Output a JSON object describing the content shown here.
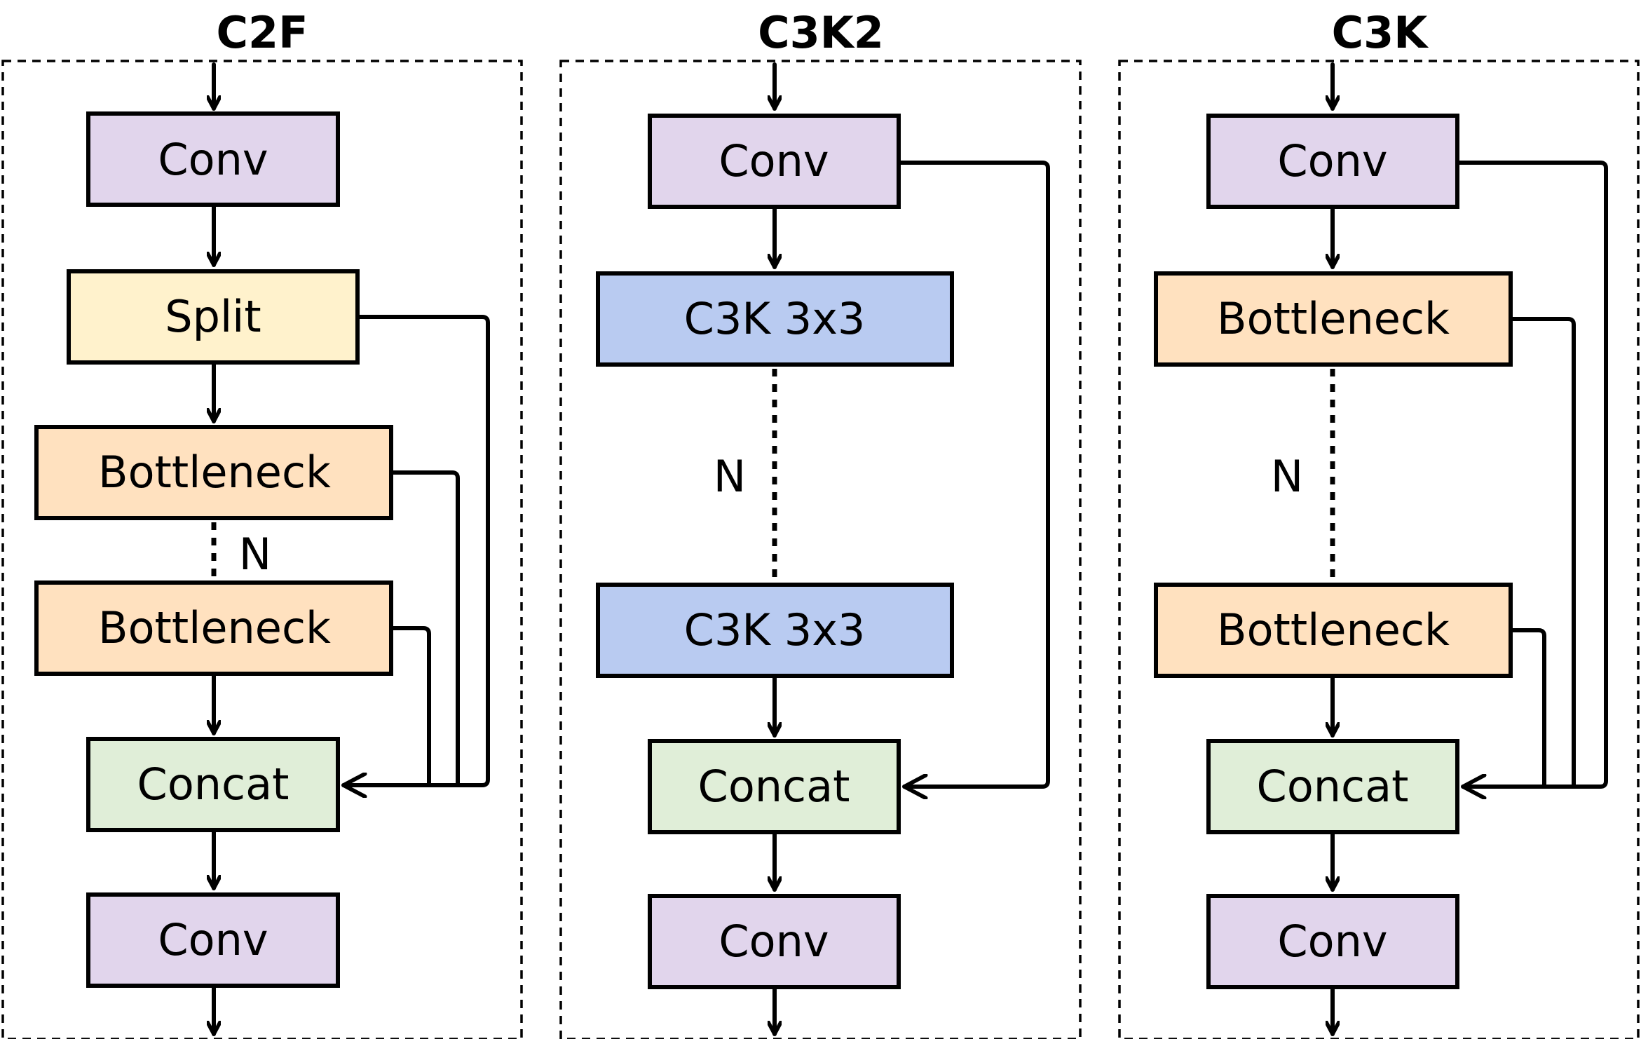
{
  "colors": {
    "conv": "#e1d5ec",
    "split": "#fff2cc",
    "bottleneck": "#ffe1bf",
    "c3k": "#b9cbf1",
    "concat": "#e0eed8"
  },
  "panels": [
    {
      "title": "C2F",
      "blocks": [
        {
          "label": "Conv",
          "kind": "conv"
        },
        {
          "label": "Split",
          "kind": "split"
        },
        {
          "label": "Bottleneck",
          "kind": "bottleneck"
        },
        {
          "label": "Bottleneck",
          "kind": "bottleneck"
        },
        {
          "label": "Concat",
          "kind": "concat"
        },
        {
          "label": "Conv",
          "kind": "conv"
        }
      ],
      "repeat_label": "N"
    },
    {
      "title": "C3K2",
      "blocks": [
        {
          "label": "Conv",
          "kind": "conv"
        },
        {
          "label": "C3K 3x3",
          "kind": "c3k"
        },
        {
          "label": "C3K 3x3",
          "kind": "c3k"
        },
        {
          "label": "Concat",
          "kind": "concat"
        },
        {
          "label": "Conv",
          "kind": "conv"
        }
      ],
      "repeat_label": "N"
    },
    {
      "title": "C3K",
      "blocks": [
        {
          "label": "Conv",
          "kind": "conv"
        },
        {
          "label": "Bottleneck",
          "kind": "bottleneck"
        },
        {
          "label": "Bottleneck",
          "kind": "bottleneck"
        },
        {
          "label": "Concat",
          "kind": "concat"
        },
        {
          "label": "Conv",
          "kind": "conv"
        }
      ],
      "repeat_label": "N"
    }
  ]
}
